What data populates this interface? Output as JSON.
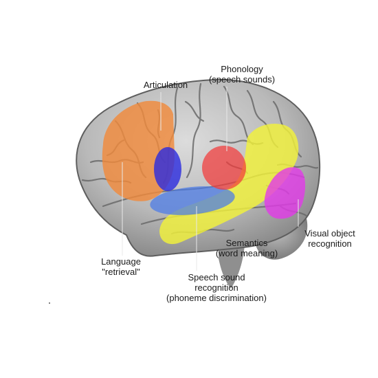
{
  "diagram": {
    "labels": {
      "articulation": [
        "Articulation"
      ],
      "phonology": [
        "Phonology",
        "(speech sounds)"
      ],
      "semantics": [
        "Semantics",
        "(word meaning)"
      ],
      "visual_object": [
        "Visual object",
        "recognition"
      ],
      "language_retrieval": [
        "Language",
        "\"retrieval\""
      ],
      "speech_sound": [
        "Speech sound",
        "recognition",
        "(phoneme discrimination)"
      ]
    },
    "colors": {
      "articulation": "#f08a3c",
      "language_retrieval": "#2a2ae0",
      "phonology": "#f23a3a",
      "semantics": "#f2f23a",
      "speech_sound": "#4a7ae8",
      "visual_object": "#e23ae8",
      "brain": "#b3b3b3"
    }
  }
}
